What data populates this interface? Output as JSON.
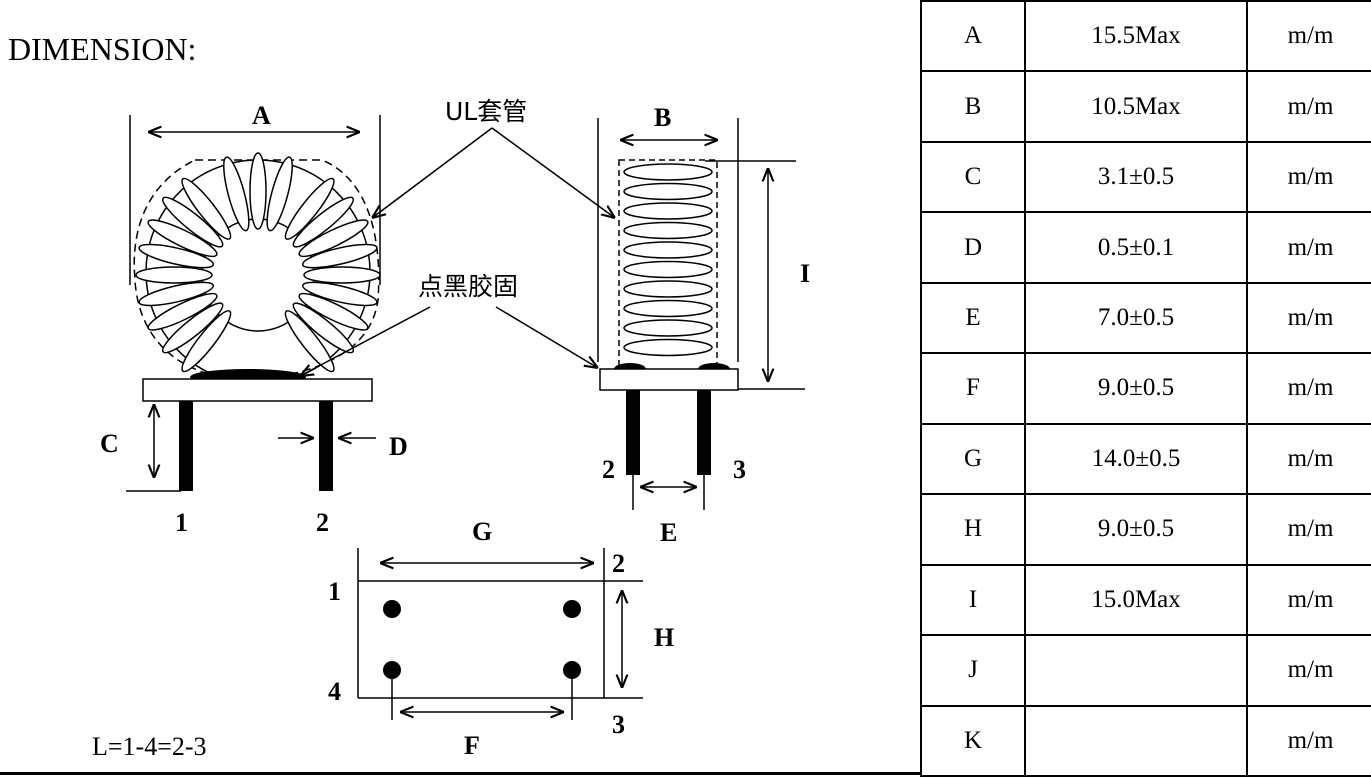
{
  "title": "DIMENSION:",
  "callouts": {
    "sleeve": "UL套管",
    "glue": "点黑胶固"
  },
  "dimension_labels": {
    "A": "A",
    "B": "B",
    "C": "C",
    "D": "D",
    "E": "E",
    "F": "F",
    "G": "G",
    "H": "H",
    "I": "I"
  },
  "pins": {
    "front_left": "1",
    "front_right": "2",
    "side_left": "2",
    "side_right": "3",
    "bottom_tl": "1",
    "bottom_tr": "2",
    "bottom_bl": "4",
    "bottom_br": "3"
  },
  "inductance_note": "L=1-4=2-3",
  "spec_table": [
    {
      "label": "A",
      "value": "15.5Max",
      "unit": "m/m"
    },
    {
      "label": "B",
      "value": "10.5Max",
      "unit": "m/m"
    },
    {
      "label": "C",
      "value": "3.1±0.5",
      "unit": "m/m"
    },
    {
      "label": "D",
      "value": "0.5±0.1",
      "unit": "m/m"
    },
    {
      "label": "E",
      "value": "7.0±0.5",
      "unit": "m/m"
    },
    {
      "label": "F",
      "value": "9.0±0.5",
      "unit": "m/m"
    },
    {
      "label": "G",
      "value": "14.0±0.5",
      "unit": "m/m"
    },
    {
      "label": "H",
      "value": "9.0±0.5",
      "unit": "m/m"
    },
    {
      "label": "I",
      "value": "15.0Max",
      "unit": "m/m"
    },
    {
      "label": "J",
      "value": "",
      "unit": "m/m"
    },
    {
      "label": "K",
      "value": "",
      "unit": "m/m"
    }
  ]
}
